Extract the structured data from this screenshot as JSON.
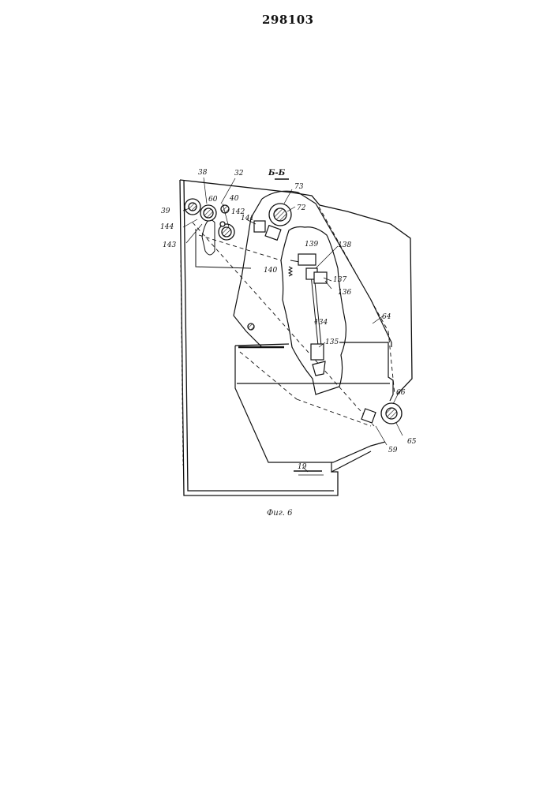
{
  "patent_number": "298103",
  "section_label": "Б-Б",
  "figure_caption": "Фиг. 6",
  "reference_numerals": {
    "n38": "38",
    "n32": "32",
    "n40": "40",
    "n60": "60",
    "n39": "39",
    "n142": "142",
    "n141": "141",
    "n144": "144",
    "n143": "143",
    "n73": "73",
    "n72": "72",
    "n139": "139",
    "n138": "138",
    "n140": "140",
    "n137": "137",
    "n136": "136",
    "n134": "134",
    "n64": "64",
    "n135": "135",
    "n66": "66",
    "n65": "65",
    "n59": "59",
    "n19": "19"
  },
  "colors": {
    "ink": "#111111",
    "paper": "#ffffff"
  }
}
